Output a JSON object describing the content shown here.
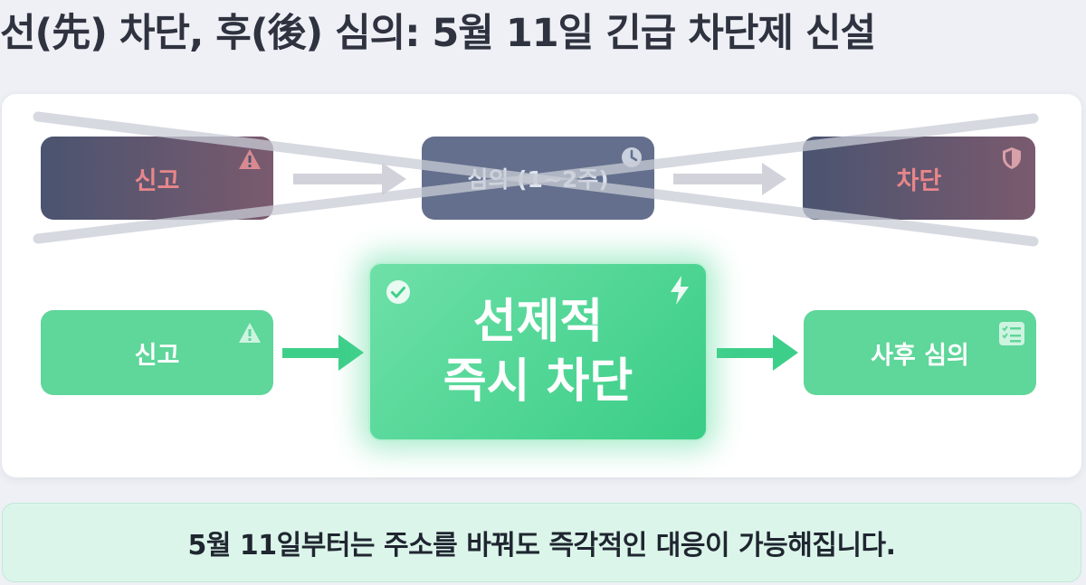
{
  "title": "선(先) 차단, 후(後) 심의: 5월 11일 긴급 차단제 신설",
  "old_flow": {
    "report": "신고",
    "review": "심의 (1~2주)",
    "block": "차단"
  },
  "new_flow": {
    "report": "신고",
    "main_line1": "선제적",
    "main_line2": "즉시 차단",
    "post_review": "사후 심의"
  },
  "footer": "5월 11일부터는 주소를 바꿔도 즉각적인 대응이 가능해집니다.",
  "icons": {
    "old_report": "warning-icon",
    "old_review": "clock-icon",
    "old_block": "shield-icon",
    "new_report": "warning-icon",
    "main_check": "check-circle-icon",
    "main_bolt": "lightning-icon",
    "post_review": "checklist-icon"
  },
  "colors": {
    "green": "#3dcf8a",
    "old_box": "#4a5470",
    "strike": "#c8ccd6"
  }
}
